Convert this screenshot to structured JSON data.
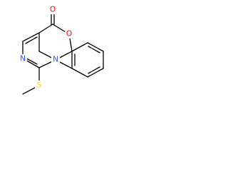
{
  "molecule": {
    "colors": {
      "bond": "#000000",
      "oxygen": "#ff0000",
      "nitrogen": "#3050f8",
      "sulfur": "#ffd200",
      "carbon": "#000000"
    },
    "atoms": {
      "carbonyl_oxygen": {
        "symbol": "O",
        "element": "oxygen"
      },
      "ring_oxygen": {
        "symbol": "O",
        "element": "oxygen"
      },
      "nitrogen_3": {
        "symbol": "N",
        "element": "nitrogen"
      },
      "nitrogen_1": {
        "symbol": "N",
        "element": "nitrogen"
      },
      "sulfur": {
        "symbol": "S",
        "element": "sulfur"
      }
    }
  }
}
